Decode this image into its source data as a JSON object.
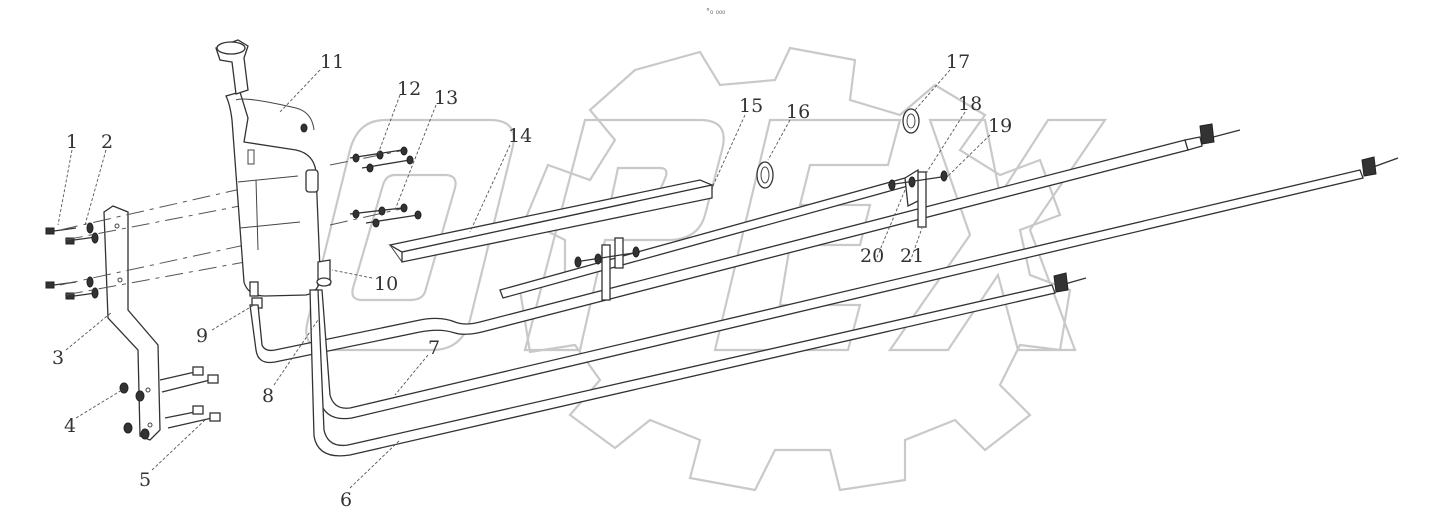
{
  "stamp_text": "°₀ ₀₀₀",
  "watermark": {
    "text": "OPEX",
    "color": "#c9c9c9"
  },
  "callouts": [
    "1",
    "2",
    "3",
    "4",
    "5",
    "6",
    "7",
    "8",
    "9",
    "10",
    "11",
    "12",
    "13",
    "14",
    "15",
    "16",
    "17",
    "18",
    "19",
    "20",
    "21"
  ],
  "colors": {
    "line": "#333333",
    "watermark": "#c9c9c9",
    "background": "#ffffff"
  }
}
